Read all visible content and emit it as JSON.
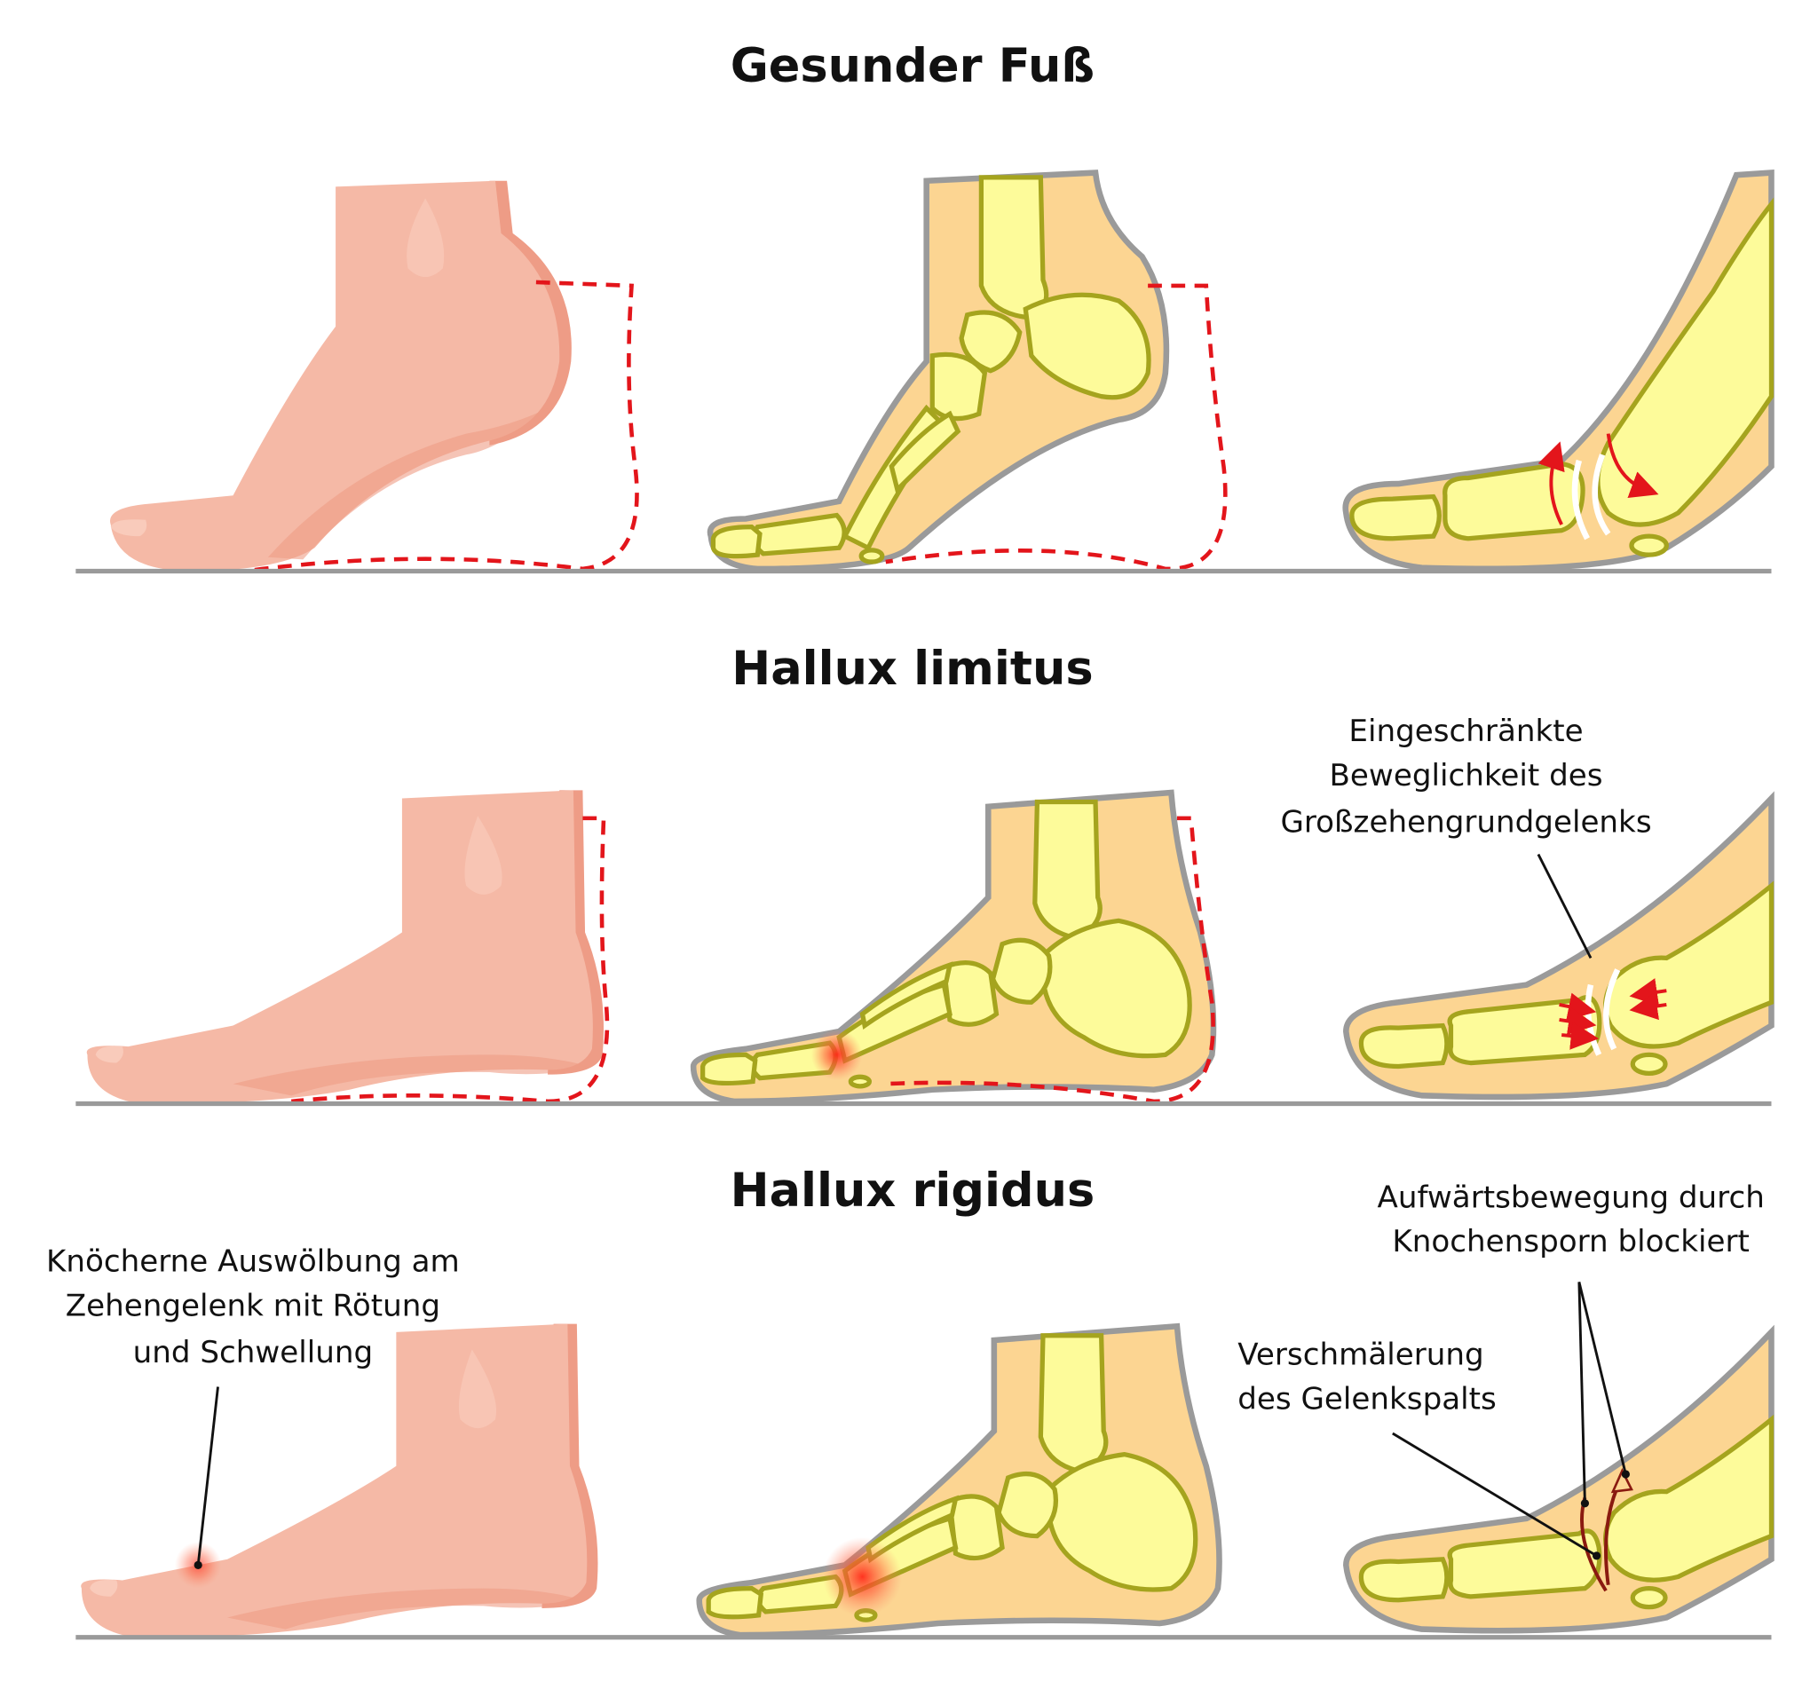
{
  "sections": [
    {
      "title": "Gesunder Fuß"
    },
    {
      "title": "Hallux limitus"
    },
    {
      "title": "Hallux rigidus"
    }
  ],
  "annotations": {
    "limitus_joint": [
      "Eingeschränkte",
      "Beweglichkeit des",
      "Großzehengrundgelenks"
    ],
    "rigidus_bump": [
      "Knöcherne Auswölbung am",
      "Zehengelenk mit Rötung",
      "und Schwellung"
    ],
    "rigidus_spur": [
      "Aufwärtsbewegung durch",
      "Knochensporn blockiert"
    ],
    "rigidus_gap": [
      "Verschmälerung",
      "des Gelenkspalts"
    ]
  },
  "colors": {
    "skin": "#f5b9a6",
    "soft_tissue": "#fcd592",
    "bone": "#fdfb9a",
    "bone_outline": "#a5a41e",
    "highlight": "#e3151b",
    "ground": "#9a9a9a"
  }
}
